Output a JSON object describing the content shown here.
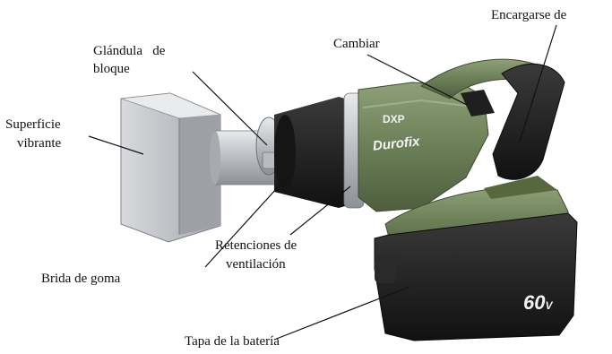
{
  "labels": {
    "grip_handle": "Encargarse de",
    "trigger_switch": "Cambiar",
    "gland_line1": "Glándula   de",
    "gland_line2": "bloque",
    "vibrating_surface_line1": "Superficie",
    "vibrating_surface_line2": "vibrante",
    "vent_retention_line1": "Retenciones de",
    "vent_retention_line2": "ventilación",
    "rubber_flange": "Brida de goma",
    "battery_cover": "Tapa de la batería"
  },
  "product_markings": {
    "model": "DXP",
    "brand": "Durofix",
    "voltage": "60",
    "voltage_unit": "V"
  },
  "colors": {
    "tool_green": "#6b7f57",
    "tool_green_dark": "#4e5e3e",
    "grip_black": "#232323",
    "battery_black": "#1c1c1c",
    "metal_silver": "#c9cccf"
  }
}
